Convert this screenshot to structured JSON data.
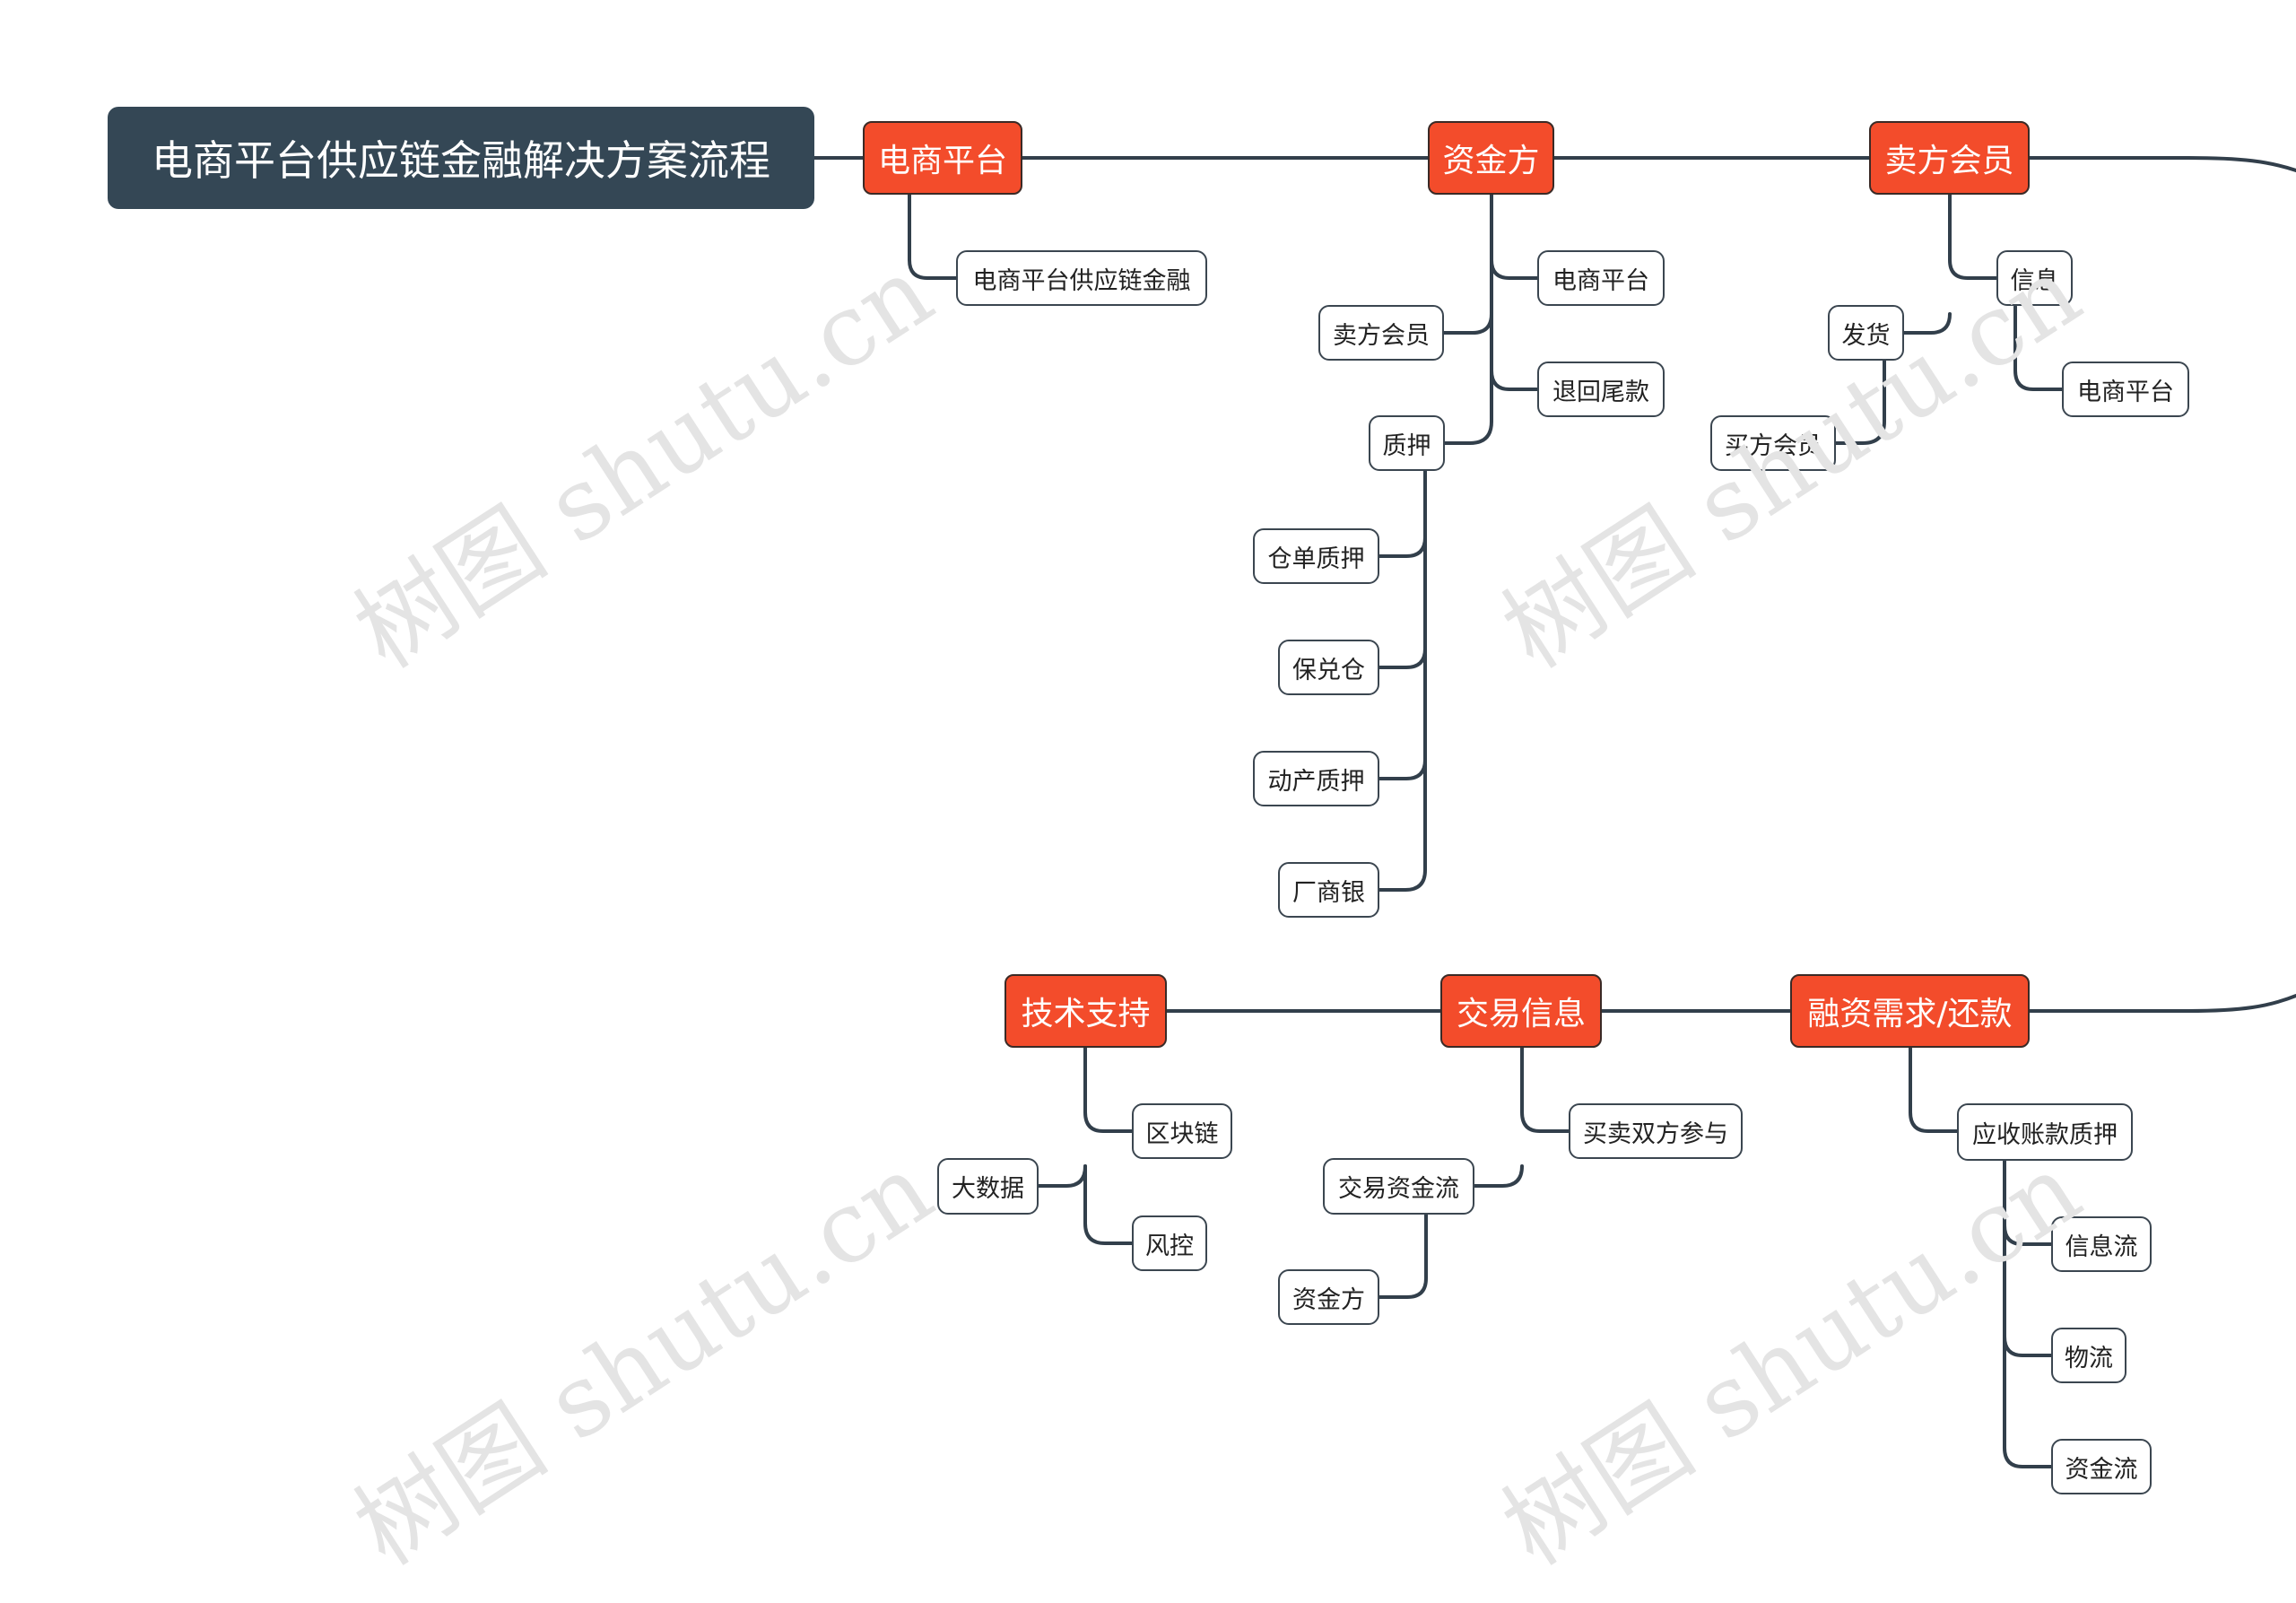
{
  "root": {
    "title": "电商平台供应链金融解决方案流程"
  },
  "watermark": "树图 shutu.cn",
  "colors": {
    "root": "#344755",
    "main": "#f34c2b",
    "line": "#323f4b"
  },
  "branches": [
    {
      "label": "电商平台",
      "children": [
        {
          "label": "电商平台供应链金融"
        }
      ]
    },
    {
      "label": "资金方",
      "children": [
        {
          "label": "电商平台"
        },
        {
          "label": "卖方会员"
        },
        {
          "label": "退回尾款"
        },
        {
          "label": "质押",
          "children": [
            {
              "label": "仓单质押"
            },
            {
              "label": "保兑仓"
            },
            {
              "label": "动产质押"
            },
            {
              "label": "厂商银"
            }
          ]
        }
      ]
    },
    {
      "label": "卖方会员",
      "children": [
        {
          "label": "信息",
          "children": [
            {
              "label": "电商平台"
            }
          ]
        },
        {
          "label": "发货",
          "children": [
            {
              "label": "买方会员"
            }
          ]
        }
      ]
    },
    {
      "label": "融资需求/还款",
      "children": [
        {
          "label": "应收账款质押",
          "children": [
            {
              "label": "信息流"
            },
            {
              "label": "物流"
            },
            {
              "label": "资金流"
            }
          ]
        }
      ]
    },
    {
      "label": "交易信息",
      "children": [
        {
          "label": "买卖双方参与"
        },
        {
          "label": "交易资金流",
          "children": [
            {
              "label": "资金方"
            }
          ]
        }
      ]
    },
    {
      "label": "技术支持",
      "children": [
        {
          "label": "区块链"
        },
        {
          "label": "大数据"
        },
        {
          "label": "风控"
        }
      ]
    }
  ]
}
